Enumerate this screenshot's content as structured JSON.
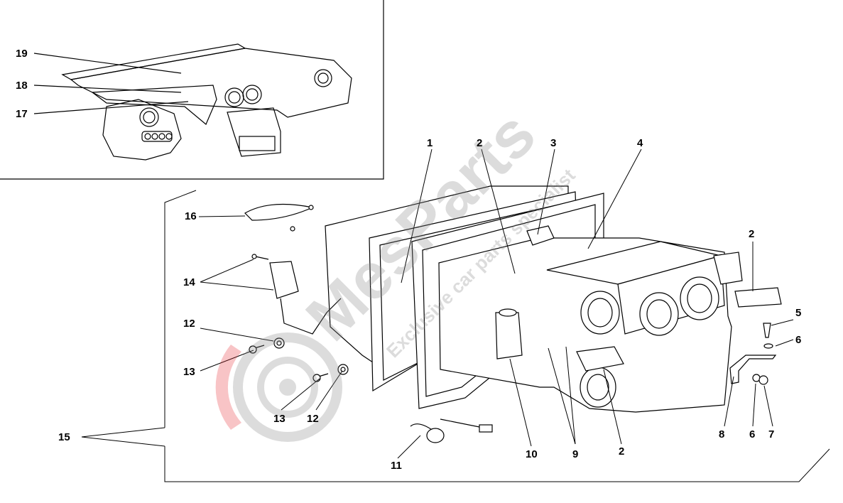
{
  "diagram": {
    "callouts": [
      {
        "id": "c1",
        "label": "1"
      },
      {
        "id": "c2a",
        "label": "2"
      },
      {
        "id": "c3",
        "label": "3"
      },
      {
        "id": "c4",
        "label": "4"
      },
      {
        "id": "c2b",
        "label": "2"
      },
      {
        "id": "c5",
        "label": "5"
      },
      {
        "id": "c6a",
        "label": "6"
      },
      {
        "id": "c16",
        "label": "16"
      },
      {
        "id": "c14",
        "label": "14"
      },
      {
        "id": "c12a",
        "label": "12"
      },
      {
        "id": "c13a",
        "label": "13"
      },
      {
        "id": "c13b",
        "label": "13"
      },
      {
        "id": "c12b",
        "label": "12"
      },
      {
        "id": "c15",
        "label": "15"
      },
      {
        "id": "c11",
        "label": "11"
      },
      {
        "id": "c10",
        "label": "10"
      },
      {
        "id": "c9",
        "label": "9"
      },
      {
        "id": "c2c",
        "label": "2"
      },
      {
        "id": "c8",
        "label": "8"
      },
      {
        "id": "c6b",
        "label": "6"
      },
      {
        "id": "c7",
        "label": "7"
      },
      {
        "id": "c19",
        "label": "19"
      },
      {
        "id": "c18",
        "label": "18"
      },
      {
        "id": "c17",
        "label": "17"
      }
    ]
  },
  "watermark": {
    "brand": "MesParts",
    "tagline": "Exclusive car parts specialist",
    "colors": {
      "red": "#e8262e",
      "grey": "#8a8a8a"
    }
  }
}
